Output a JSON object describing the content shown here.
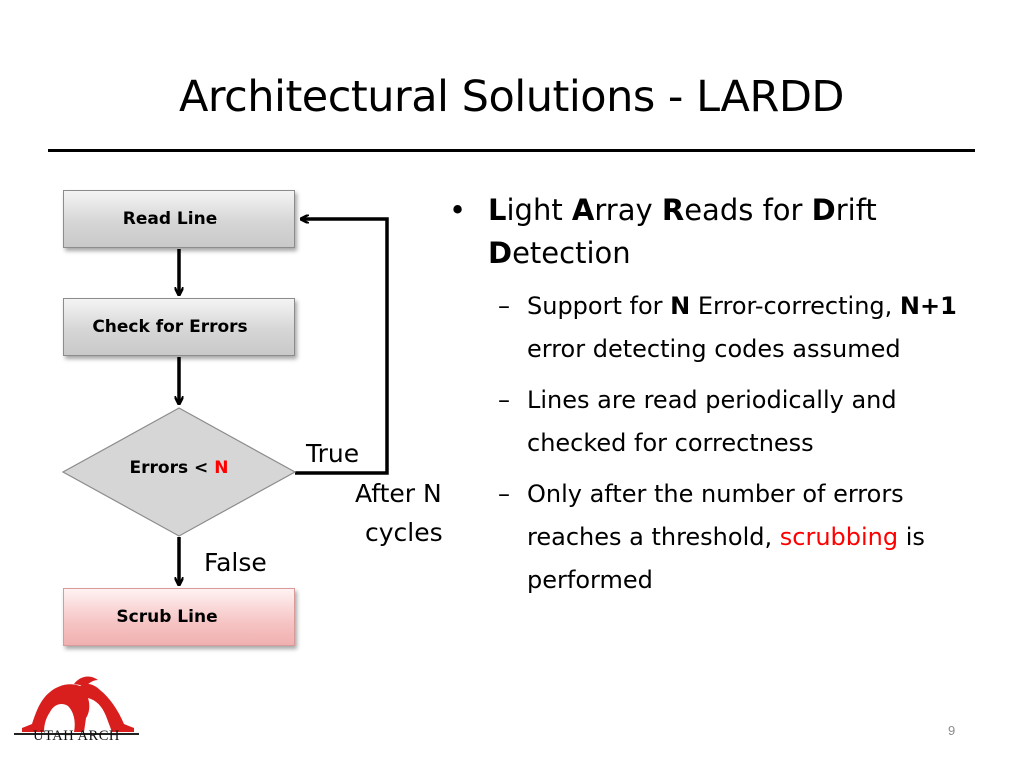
{
  "slide": {
    "title": "Architectural Solutions - LARDD",
    "page_number": "9",
    "logo_text": "UTAH ARCH"
  },
  "flowchart": {
    "read_line": "Read Line",
    "check_errors": "Check for Errors",
    "decision_prefix": "Errors < ",
    "decision_var": "N",
    "scrub_line": "Scrub Line",
    "true_label": "True",
    "false_label": "False",
    "loop_label_1": "After N",
    "loop_label_2": "cycles"
  },
  "bullets": {
    "main": {
      "L": "L",
      "ight": "ight ",
      "A": "A",
      "rray": "rray ",
      "R": "R",
      "eads": "eads for ",
      "D1": "D",
      "rift": "rift",
      "D2": "D",
      "etection": "etection"
    },
    "sub1": {
      "a": "Support for ",
      "b": "N",
      "c": " Error-correcting, ",
      "d": "N+1",
      "e": " error detecting codes assumed"
    },
    "sub2": {
      "text": "Lines are read periodically and checked for correctness"
    },
    "sub3": {
      "a": "Only after the number of errors reaches a threshold, ",
      "b": "scrubbing",
      "c": " is performed"
    }
  },
  "colors": {
    "accent_red": "#ff0000",
    "scrub_fill": "#f6c4c4",
    "box_fill": "#d6d6d6"
  }
}
